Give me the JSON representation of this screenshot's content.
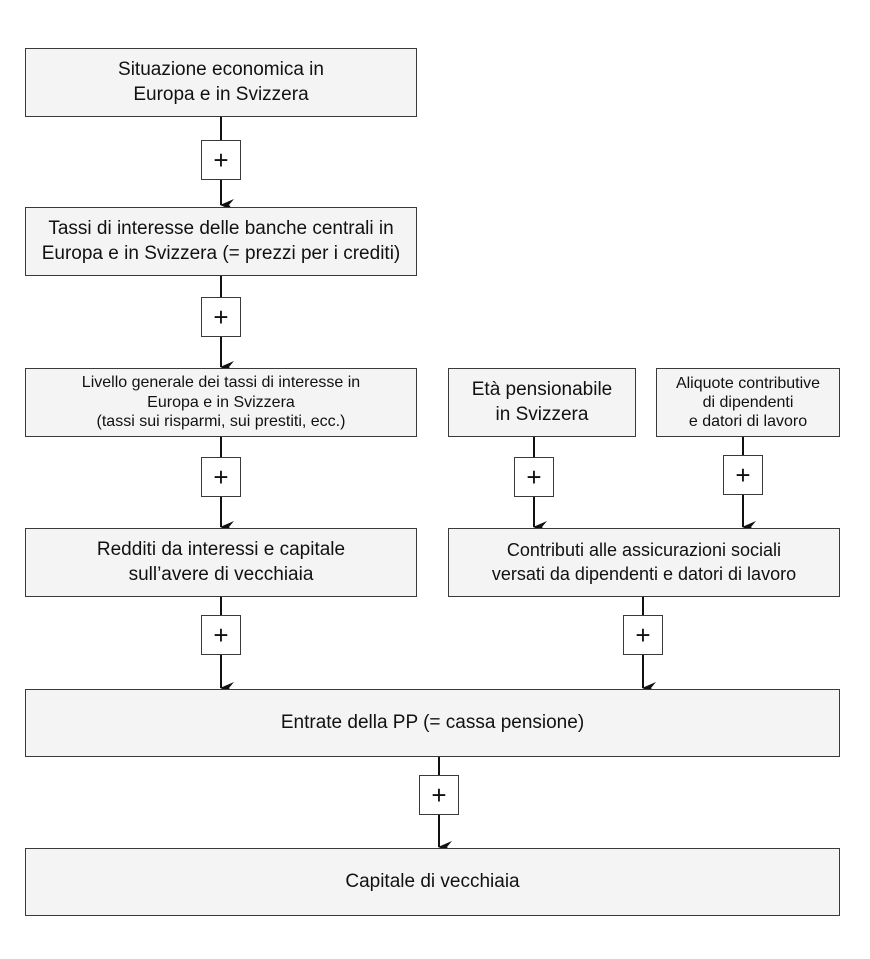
{
  "boxes": {
    "economic_situation": "Situazione economica in\nEuropa e in Svizzera",
    "central_bank_rates": "Tassi di interesse delle banche centrali in\nEuropa e in Svizzera (= prezzi per i crediti)",
    "general_rate_level": "Livello generale dei tassi di interesse in\nEuropa e in Svizzera\n(tassi sui risparmi, sui prestiti, ecc.)",
    "retirement_age": "Età pensionabile\nin Svizzera",
    "contribution_rates": "Aliquote contributive\ndi dipendenti\ne datori di lavoro",
    "interest_income": "Redditi da interessi e capitale\nsull’avere di vecchiaia",
    "social_contributions": "Contributi alle assicurazioni sociali\nversati da dipendenti e datori di lavoro",
    "pp_income": "Entrate della PP (= cassa pensione)",
    "old_age_capital": "Capitale di vecchiaia"
  },
  "link_sign": "+"
}
